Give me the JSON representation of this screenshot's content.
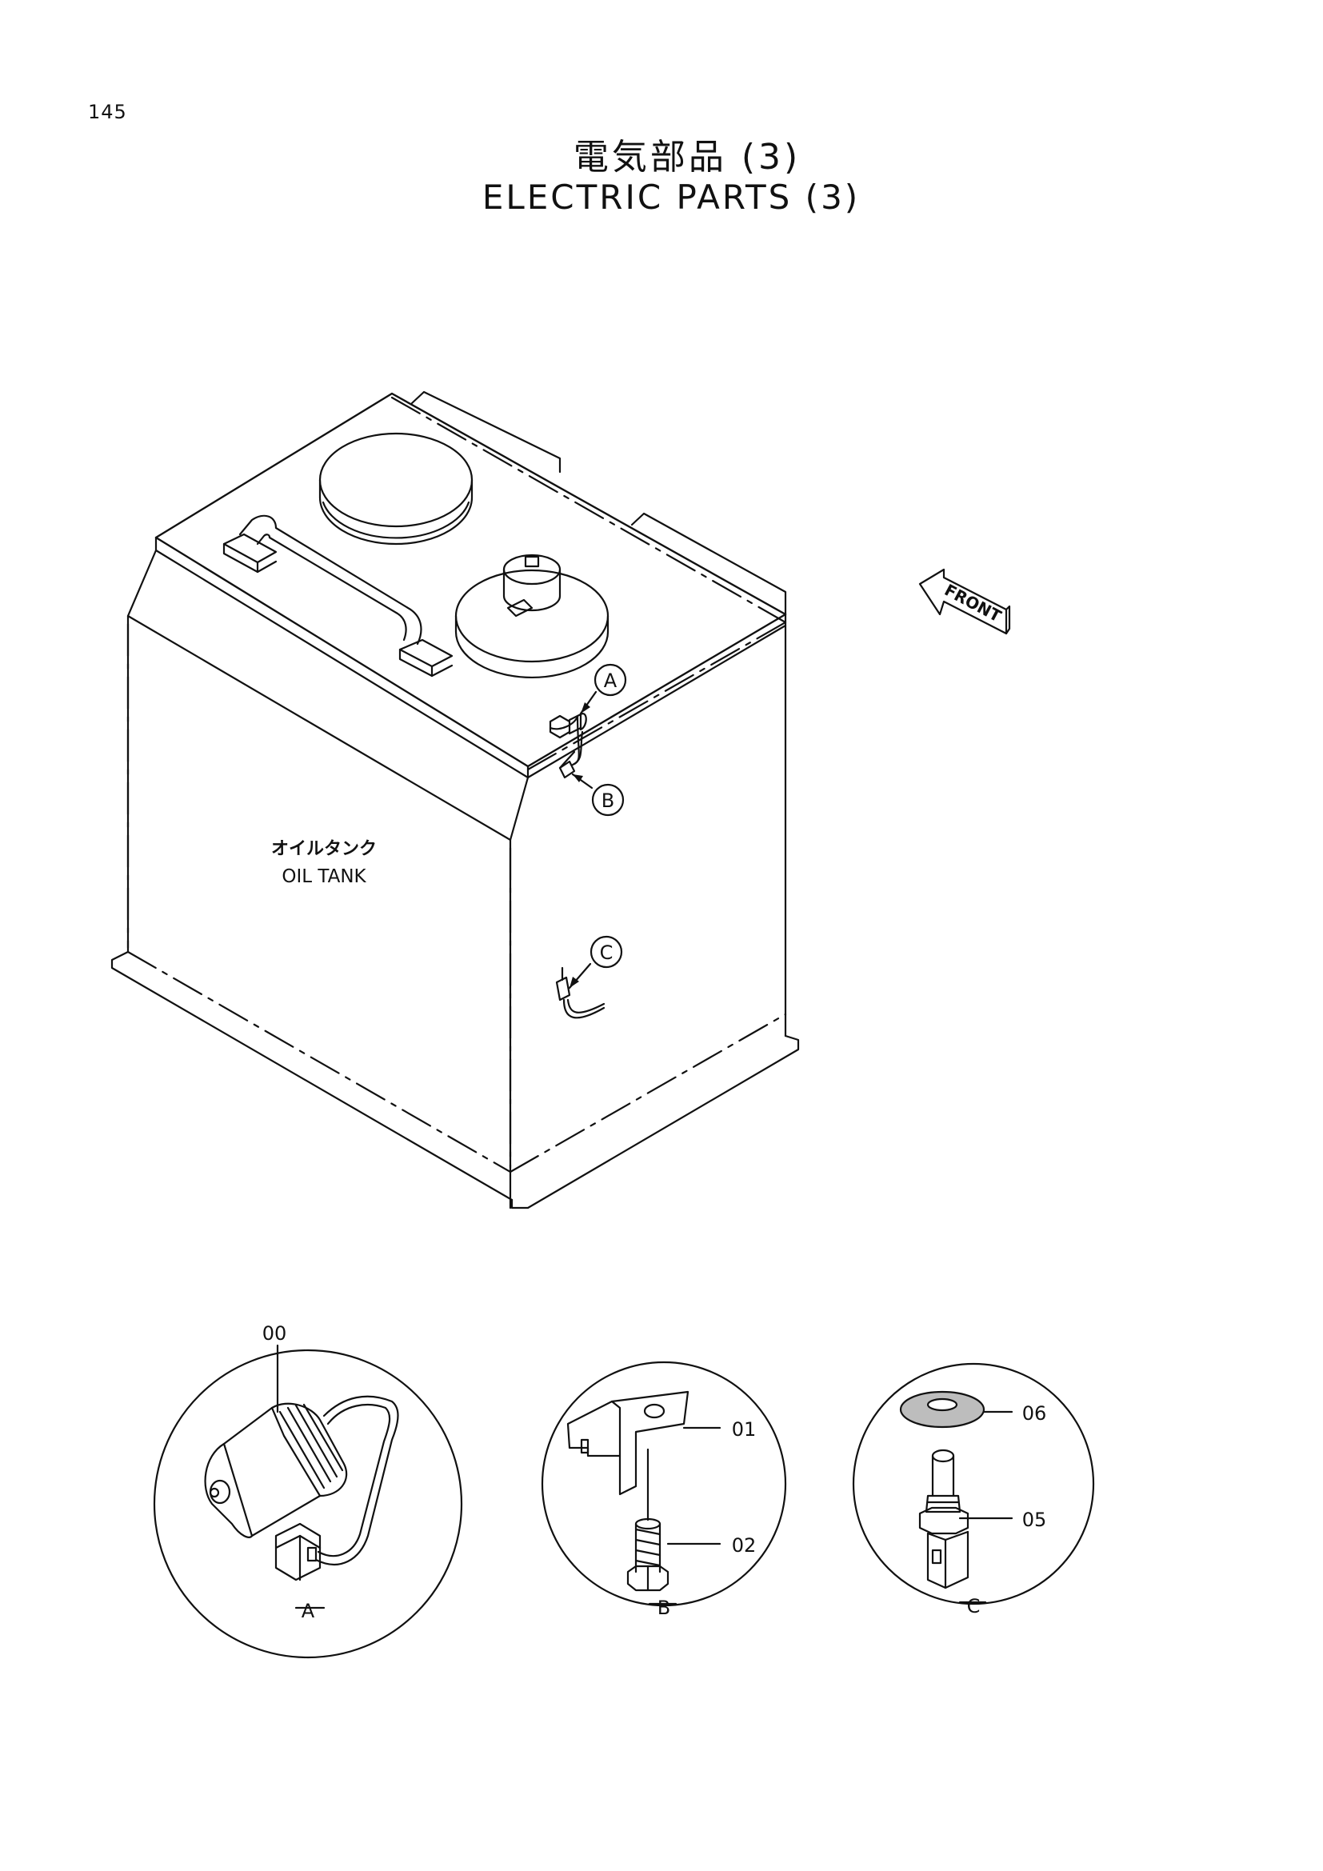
{
  "page": {
    "number": "145",
    "title_ja": "電気部品 (3)",
    "title_en": "ELECTRIC PARTS (3)"
  },
  "tank": {
    "label_ja": "オイルタンク",
    "label_en": "OIL TANK",
    "callouts": [
      "A",
      "B",
      "C"
    ]
  },
  "front_arrow": {
    "label": "FRONT"
  },
  "details": [
    {
      "view": "A",
      "parts": [
        "00"
      ]
    },
    {
      "view": "B",
      "parts": [
        "01",
        "02"
      ]
    },
    {
      "view": "C",
      "parts": [
        "06",
        "05"
      ]
    }
  ]
}
